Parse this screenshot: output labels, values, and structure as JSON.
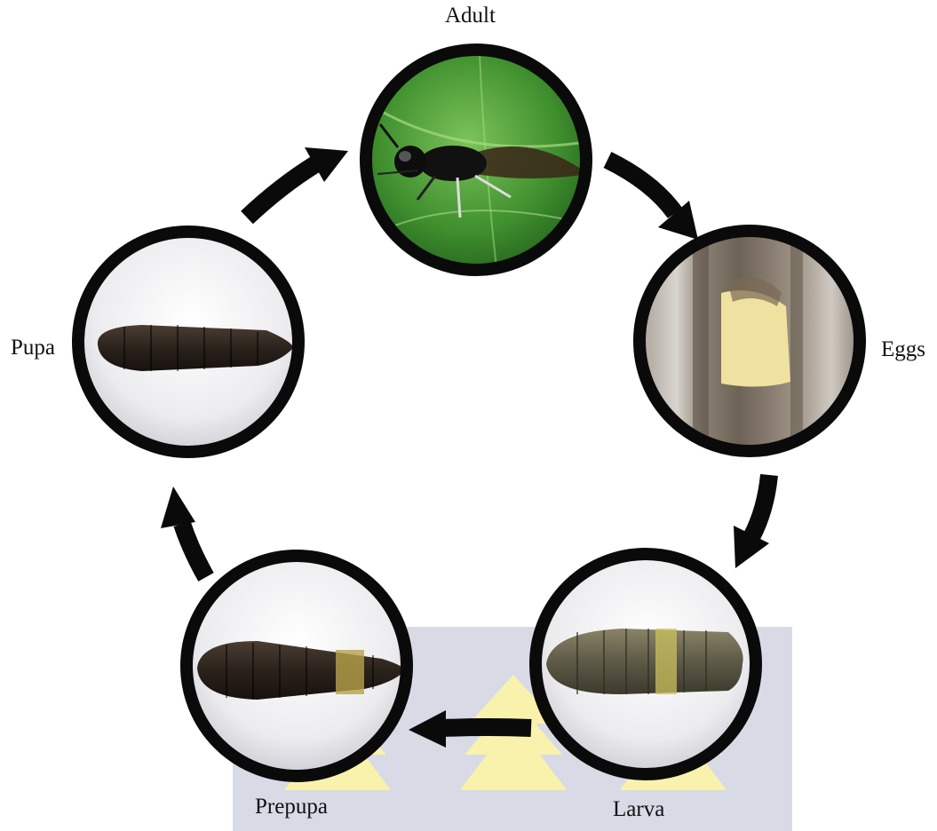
{
  "stages": {
    "adult": {
      "label": "Adult"
    },
    "eggs": {
      "label": "Eggs"
    },
    "larva": {
      "label": "Larva"
    },
    "prepupa": {
      "label": "Prepupa"
    },
    "pupa": {
      "label": "Pupa"
    }
  },
  "cycle_order": [
    "Adult",
    "Eggs",
    "Larva",
    "Prepupa",
    "Pupa"
  ],
  "colors": {
    "ring": "#0a0a0a",
    "arrow": "#0a0a0a",
    "leaf": "#3f8f2e",
    "egg_mass": "#efe2a0",
    "watermark_band": "#a9b0c8",
    "watermark_shape": "#f2e34a"
  }
}
